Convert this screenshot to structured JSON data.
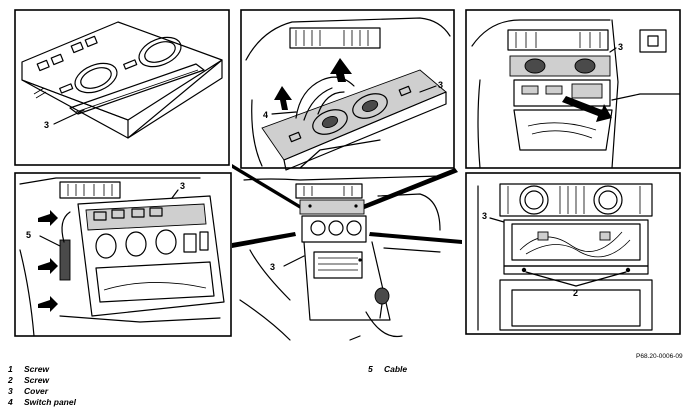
{
  "figure": {
    "reference_code": "P68.20-0006-09",
    "callouts": {
      "panel1_cover": "3",
      "panel2_cover": "3",
      "panel2_cable": "4",
      "panel3_cover": "3",
      "panel4_cover": "3",
      "panel4_cable": "5",
      "center_cover": "3",
      "panel5_cover": "3",
      "panel5_screws": "2"
    }
  },
  "legend": {
    "left": [
      {
        "num": "1",
        "label": "Screw"
      },
      {
        "num": "2",
        "label": "Screw"
      },
      {
        "num": "3",
        "label": "Cover"
      },
      {
        "num": "4",
        "label": "Switch panel"
      }
    ],
    "right": [
      {
        "num": "5",
        "label": "Cable"
      }
    ]
  }
}
